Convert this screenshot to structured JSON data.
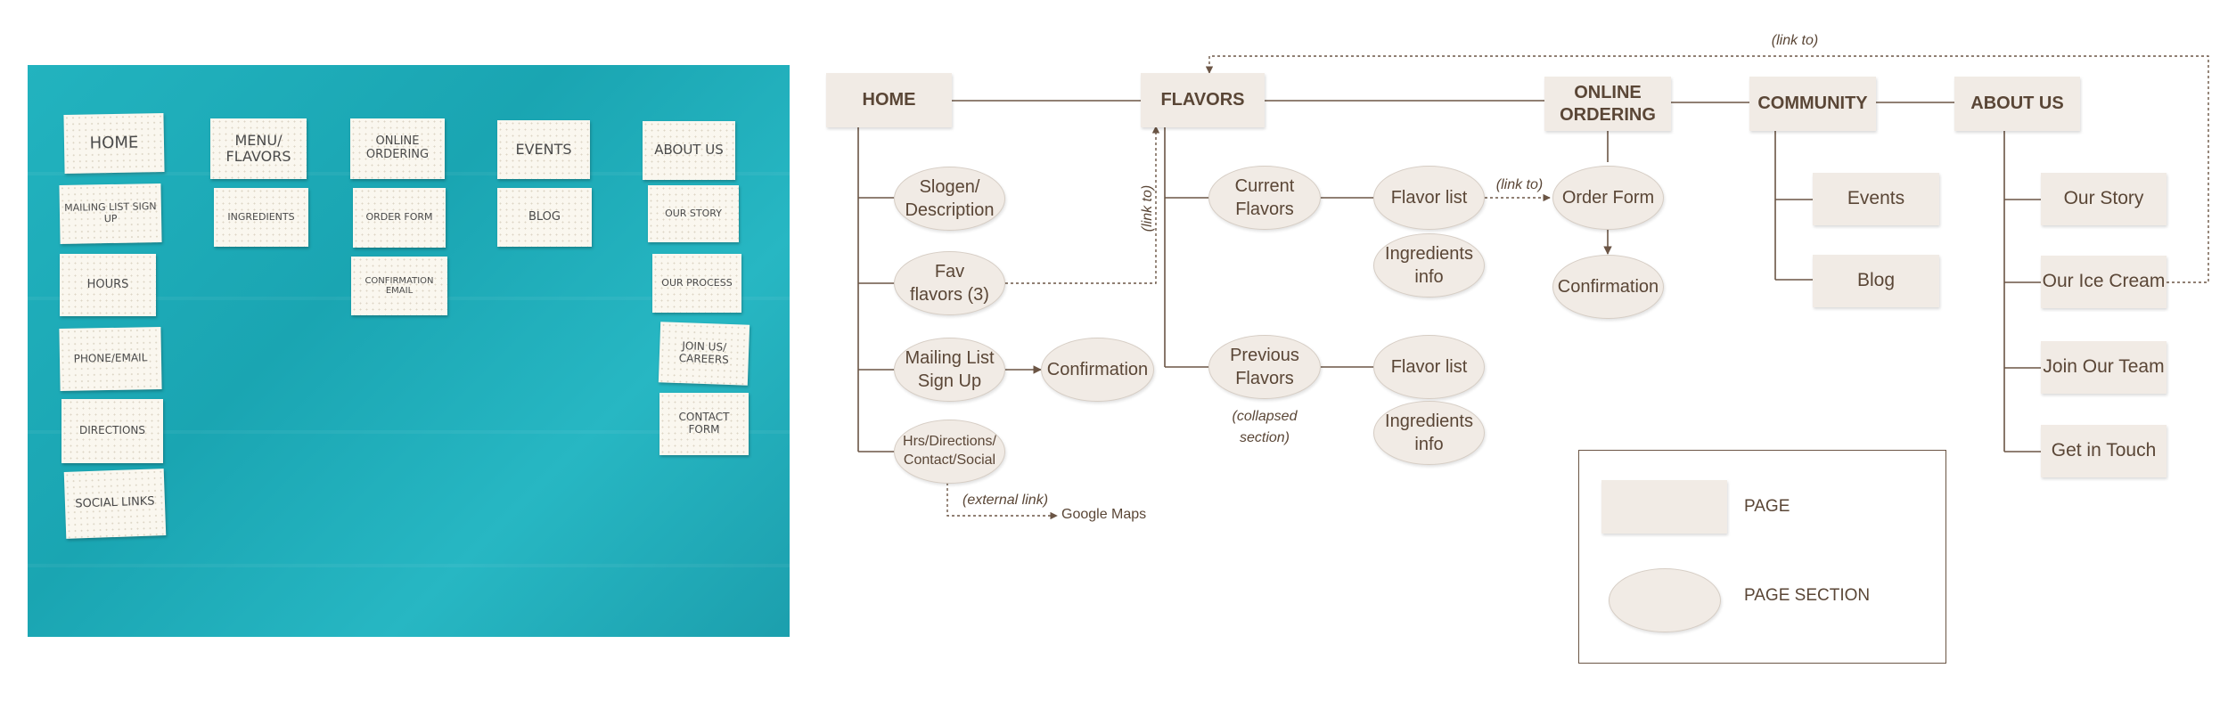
{
  "photo": {
    "notes": [
      "HOME",
      "MAILING LIST SIGN UP",
      "HOURS",
      "PHONE/EMAIL",
      "DIRECTIONS",
      "SOCIAL LINKS",
      "MENU/ FLAVORS",
      "INGREDIENTS",
      "ONLINE ORDERING",
      "ORDER FORM",
      "CONFIRMATION EMAIL",
      "EVENTS",
      "BLOG",
      "ABOUT US",
      "OUR STORY",
      "OUR PROCESS",
      "JOIN US/ CAREERS",
      "CONTACT FORM"
    ]
  },
  "diagram": {
    "top_pages": {
      "home": "HOME",
      "flavors": "FLAVORS",
      "online_ordering": "ONLINE ORDERING",
      "community": "COMMUNITY",
      "about_us": "ABOUT US"
    },
    "home_sections": {
      "slogen": "Slogen/ Description",
      "fav_flavors": "Fav flavors (3)",
      "mailing_list": "Mailing List Sign Up",
      "confirmation": "Confirmation",
      "hrs": "Hrs/Directions/ Contact/Social"
    },
    "flavors_sections": {
      "current": "Current Flavors",
      "flavor_list_1": "Flavor list",
      "ingredients_1": "Ingredients info",
      "previous": "Previous Flavors",
      "flavor_list_2": "Flavor list",
      "ingredients_2": "Ingredients info"
    },
    "ordering_sections": {
      "order_form": "Order Form",
      "confirmation": "Confirmation"
    },
    "community_pages": {
      "events": "Events",
      "blog": "Blog"
    },
    "about_pages": {
      "our_story": "Our Story",
      "our_ice_cream": "Our Ice Cream",
      "join": "Join Our Team",
      "touch": "Get in Touch"
    },
    "annotations": {
      "link_to_top": "(link to)",
      "link_to_vertical": "(link to)",
      "link_to_order": "(link to)",
      "collapsed": "(collapsed section)",
      "external_link": "(external link)",
      "google_maps": "Google Maps"
    },
    "legend": {
      "page": "PAGE",
      "section": "PAGE SECTION"
    },
    "colors": {
      "line": "#6b5545",
      "fill": "#f1ebe5",
      "photo_bg": "#1fabb7"
    }
  }
}
